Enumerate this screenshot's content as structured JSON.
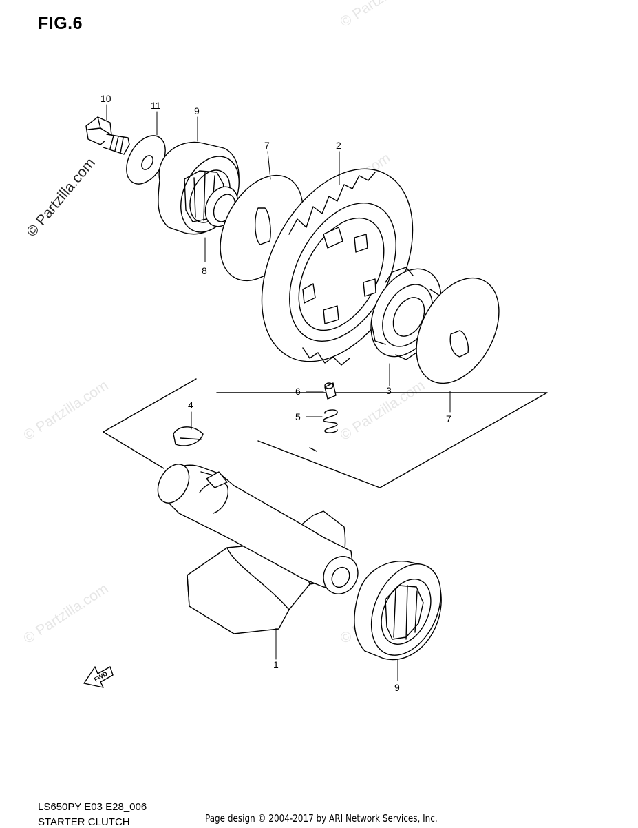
{
  "header": {
    "figure_label": "FIG.6"
  },
  "footer": {
    "model_code": "LS650PY E03 E28_006",
    "section_name": "STARTER CLUTCH",
    "copyright": "Page design © 2004-2017 by ARI Network Services, Inc."
  },
  "watermark": {
    "text": "© Partzilla.com"
  },
  "direction_marker": {
    "text": "FWD"
  },
  "callouts": {
    "c1": "1",
    "c2": "2",
    "c3": "3",
    "c4": "4",
    "c5": "5",
    "c6": "6",
    "c7a": "7",
    "c7b": "7",
    "c8": "8",
    "c9a": "9",
    "c9b": "9",
    "c10": "10",
    "c11": "11"
  },
  "colors": {
    "line": "#000000",
    "watermark": "#e6e6e6",
    "background": "#ffffff"
  }
}
